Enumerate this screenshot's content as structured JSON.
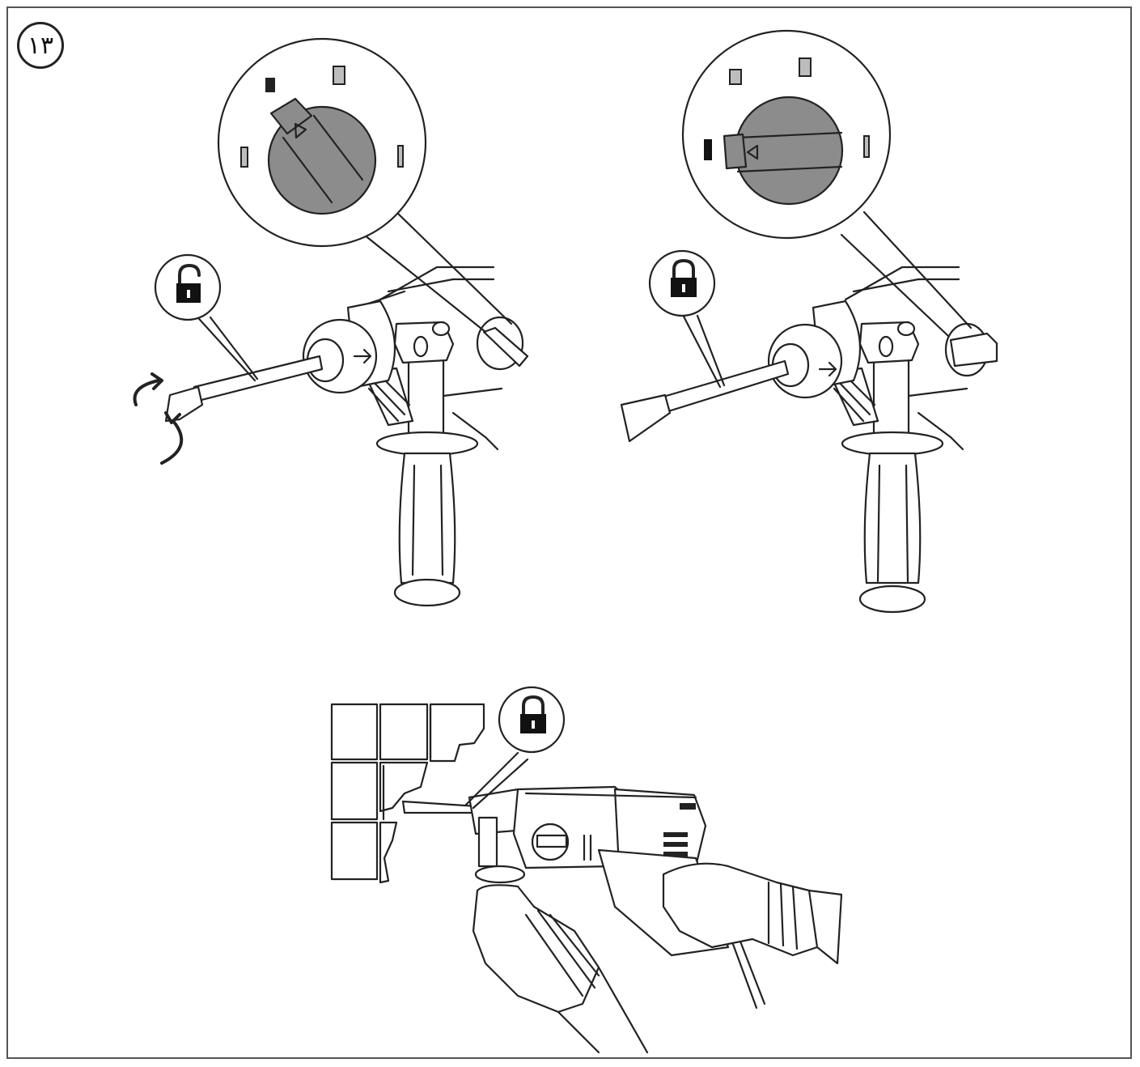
{
  "figure": {
    "step_number": "۱۳"
  },
  "panels": [
    {
      "id": "rotate-chisel",
      "lock_state": "unlocked",
      "lock_icon": "unlocked-padlock-icon",
      "dial_mode": "chisel-adjust",
      "rotation_arrows": true
    },
    {
      "id": "lock-chisel",
      "lock_state": "locked",
      "lock_icon": "locked-padlock-icon",
      "dial_mode": "chiselling",
      "rotation_arrows": false
    },
    {
      "id": "tile-removal",
      "lock_state": "locked",
      "lock_icon": "locked-padlock-icon",
      "scene": "removing-wall-tiles"
    }
  ],
  "colors": {
    "dial_gray": "#8c8c8c",
    "line": "#222222",
    "symbol_light": "#bdbdbd"
  }
}
